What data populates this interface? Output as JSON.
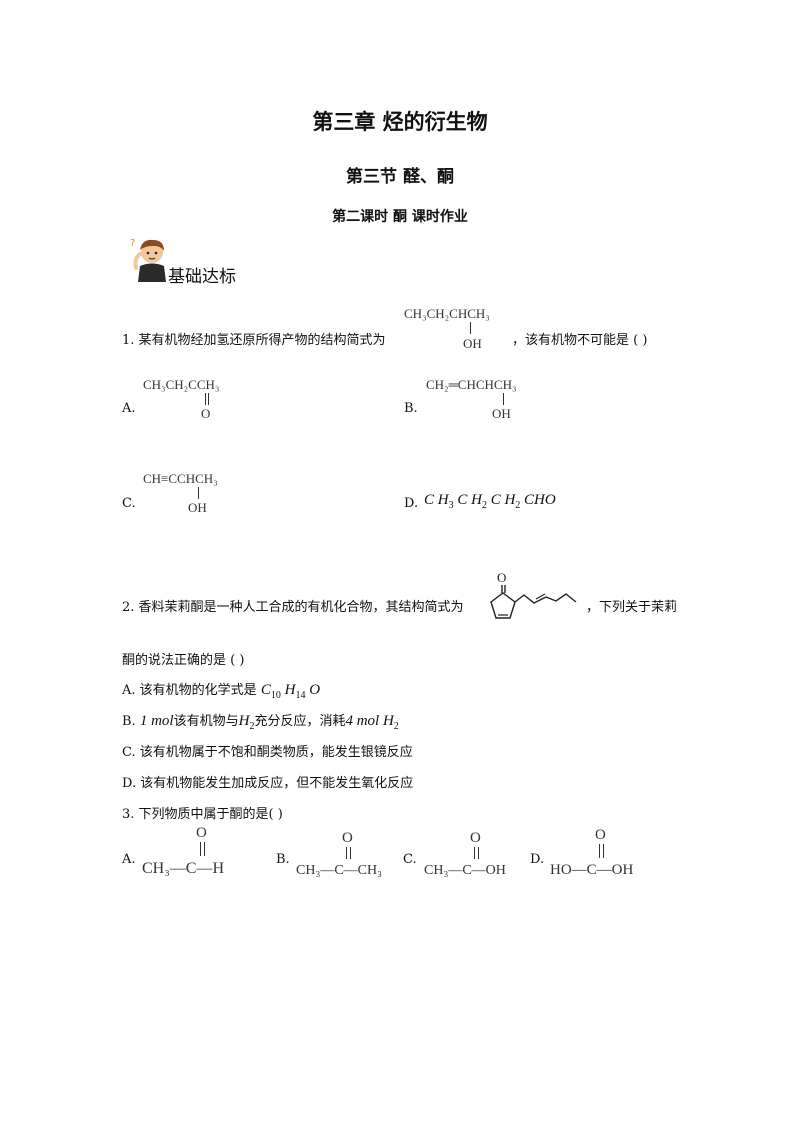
{
  "titles": {
    "chapter": "第三章  烃的衍生物",
    "section": "第三节    醛、酮",
    "lesson": "第二课时    酮    课时作业"
  },
  "section_heading": {
    "text": "基础达标",
    "icon": "thinking-student-icon"
  },
  "q1": {
    "stem_prefix": "1. 某有机物经加氢还原所得产物的结构简式为",
    "stem_suffix": "，该有机物不可能是 (    )",
    "structure": {
      "top": "CH₃CH₂CHCH₃",
      "bottom": "OH"
    },
    "options": {
      "A": {
        "label": "A.",
        "top": "CH₃CH₂CCH₃",
        "bottom": "O"
      },
      "B": {
        "label": "B.",
        "top": "CH₂═CHCHCH₃",
        "bottom": "OH"
      },
      "C": {
        "label": "C.",
        "top": "CH≡CCHCH₃",
        "bottom": "OH"
      },
      "D": {
        "label": "D."
      }
    }
  },
  "q2": {
    "stem_prefix": "2. 香料茉莉酮是一种人工合成的有机化合物，其结构简式为",
    "stem_suffix": "，下列关于茉莉",
    "stem_line2": "酮的说法正确的是 (    )",
    "ketone_o": "O",
    "options": {
      "A": {
        "label": "A.",
        "text": "该有机物的化学式是"
      },
      "B": {
        "label": "B.",
        "text1": "该有机物与",
        "text2": "充分反应，消耗"
      },
      "C": {
        "label": "C.",
        "text": "该有机物属于不饱和酮类物质，能发生银镜反应"
      },
      "D": {
        "label": "D.",
        "text": "该有机物能发生加成反应，但不能发生氧化反应"
      }
    }
  },
  "q3": {
    "stem": "3. 下列物质中属于酮的是(    )",
    "options": {
      "A": {
        "label": "A.",
        "o": "O",
        "formula": "CH₃—C—H"
      },
      "B": {
        "label": "B.",
        "o": "O",
        "formula": "CH₃—C—CH₃"
      },
      "C": {
        "label": "C.",
        "o": "O",
        "formula": "CH₃—C—OH"
      },
      "D": {
        "label": "D.",
        "o": "O",
        "formula": "HO—C—OH"
      }
    }
  }
}
